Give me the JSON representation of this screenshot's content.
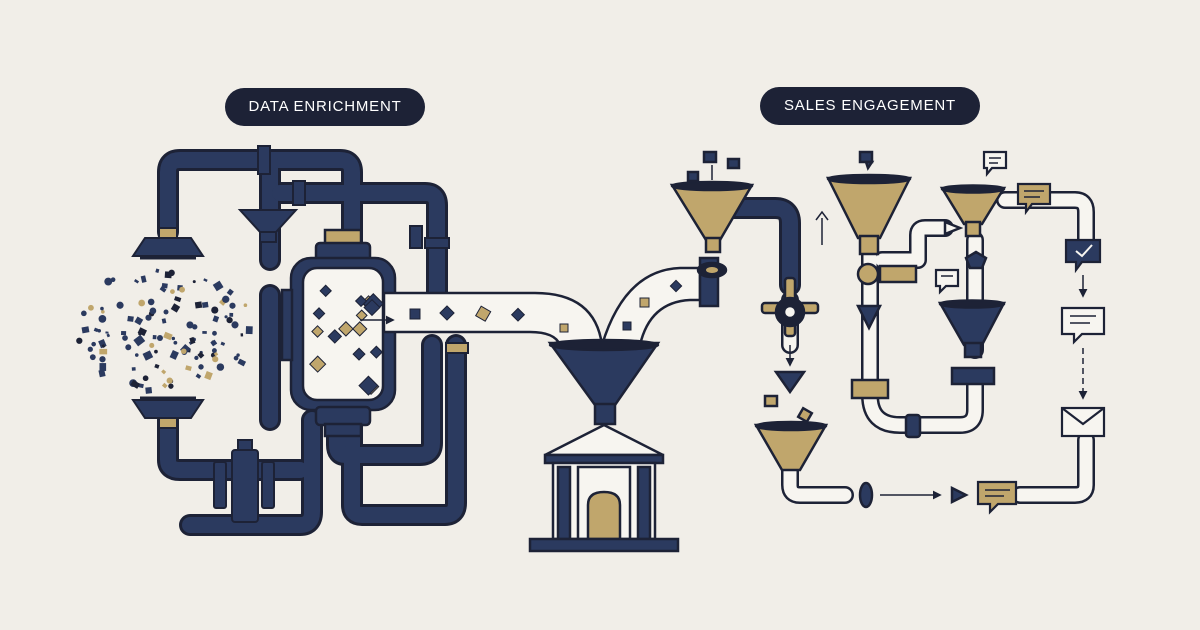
{
  "labels": {
    "left_stage": "DATA ENRICHMENT",
    "right_stage": "SALES ENGAGEMENT"
  },
  "colors": {
    "background": "#f1eee8",
    "navy": "#2b3a5f",
    "navy_dark": "#1c2540",
    "gold": "#c0a66c",
    "outline": "#1d2236",
    "pipe_light": "#f7f5f0"
  },
  "icons": [
    "data-scatter-cloud",
    "spray-nozzle-icon",
    "funnel-icon",
    "valve-icon",
    "processing-tank",
    "bank-building-icon",
    "chat-bubble-icon",
    "envelope-icon",
    "arrow-icon",
    "pentagon-icon"
  ]
}
